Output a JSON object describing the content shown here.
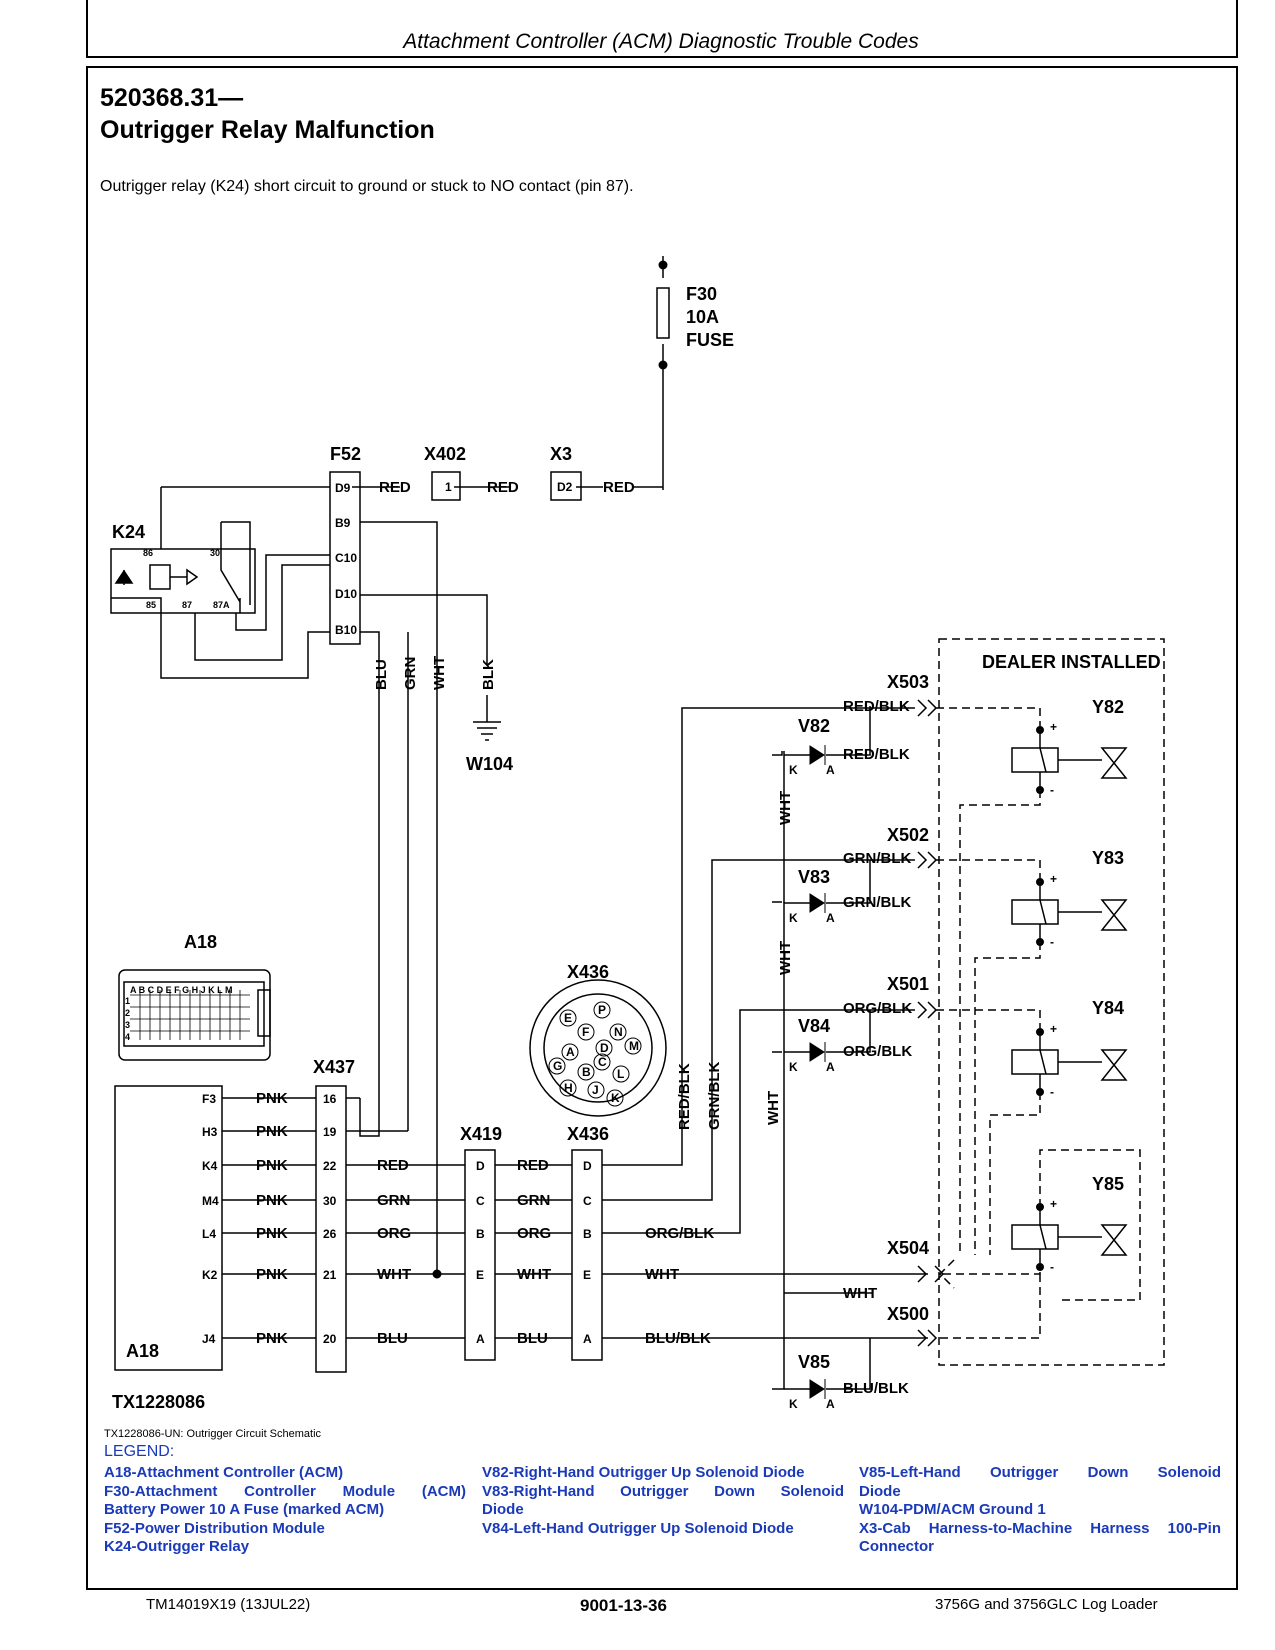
{
  "header": {
    "running_title": "Attachment Controller (ACM) Diagnostic Trouble Codes"
  },
  "dtc": {
    "code": "520368.31—",
    "title": "Outrigger Relay Malfunction",
    "description": "Outrigger relay (K24) short circuit to ground or stuck to NO contact (pin 87)."
  },
  "schematic": {
    "fuse": {
      "id": "F30",
      "rating": "10A",
      "type": "FUSE"
    },
    "f52": {
      "id": "F52",
      "pins": [
        "D9",
        "B9",
        "C10",
        "D10",
        "B10"
      ]
    },
    "x402": {
      "id": "X402",
      "pin": "1"
    },
    "x3": {
      "id": "X3",
      "pin": "D2"
    },
    "k24": {
      "id": "K24",
      "pins": [
        "86",
        "30",
        "85",
        "87",
        "87A"
      ]
    },
    "ground": "W104",
    "dealer_installed": "DEALER INSTALLED",
    "connectors_right": [
      "X503",
      "X502",
      "X501",
      "X504",
      "X500"
    ],
    "diodes": [
      "V82",
      "V83",
      "V84",
      "V85"
    ],
    "diode_pins": {
      "k": "K",
      "a": "A"
    },
    "solenoids": [
      "Y82",
      "Y83",
      "Y84",
      "Y85"
    ],
    "polarity": {
      "plus": "+",
      "minus": "-"
    },
    "a18": {
      "id": "A18",
      "pins": [
        "F3",
        "H3",
        "K4",
        "M4",
        "L4",
        "K2",
        "J4"
      ]
    },
    "x437": {
      "id": "X437",
      "pins": [
        "16",
        "19",
        "22",
        "30",
        "26",
        "21",
        "20"
      ]
    },
    "x419": {
      "id": "X419",
      "pins": [
        "D",
        "C",
        "B",
        "E",
        "A"
      ]
    },
    "x436": {
      "id": "X436",
      "pins": [
        "D",
        "C",
        "B",
        "E",
        "A"
      ],
      "face_pins": [
        "P",
        "E",
        "N",
        "F",
        "D",
        "M",
        "A",
        "C",
        "G",
        "B",
        "L",
        "H",
        "J",
        "K"
      ]
    },
    "a18_connector_cols": "A B C D E F G H J K L M",
    "a18_connector_rows": [
      "1",
      "2",
      "3",
      "4"
    ],
    "wires": {
      "red": "RED",
      "blu": "BLU",
      "grn": "GRN",
      "wht": "WHT",
      "blk": "BLK",
      "pnk": "PNK",
      "org": "ORG",
      "red_blk": "RED/BLK",
      "grn_blk": "GRN/BLK",
      "org_blk": "ORG/BLK",
      "blu_blk": "BLU/BLK"
    }
  },
  "figure": {
    "id": "TX1228086",
    "caption": "TX1228086-UN: Outrigger Circuit Schematic"
  },
  "legend": {
    "title": "LEGEND:",
    "col1": [
      "A18-Attachment Controller (ACM)",
      "F30-Attachment Controller Module (ACM)",
      "Battery Power 10 A Fuse (marked ACM)",
      "F52-Power Distribution Module",
      "K24-Outrigger Relay"
    ],
    "col2": [
      "V82-Right-Hand Outrigger Up Solenoid Diode",
      "V83-Right-Hand Outrigger Down Solenoid",
      "Diode",
      "V84-Left-Hand Outrigger Up Solenoid Diode"
    ],
    "col3": [
      "V85-Left-Hand Outrigger Down Solenoid",
      "Diode",
      "W104-PDM/ACM Ground 1",
      "X3-Cab Harness-to-Machine Harness 100-Pin",
      "Connector"
    ]
  },
  "footer": {
    "left": "TM14019X19 (13JUL22)",
    "center": "9001-13-36",
    "right": "3756G and 3756GLC Log Loader"
  }
}
